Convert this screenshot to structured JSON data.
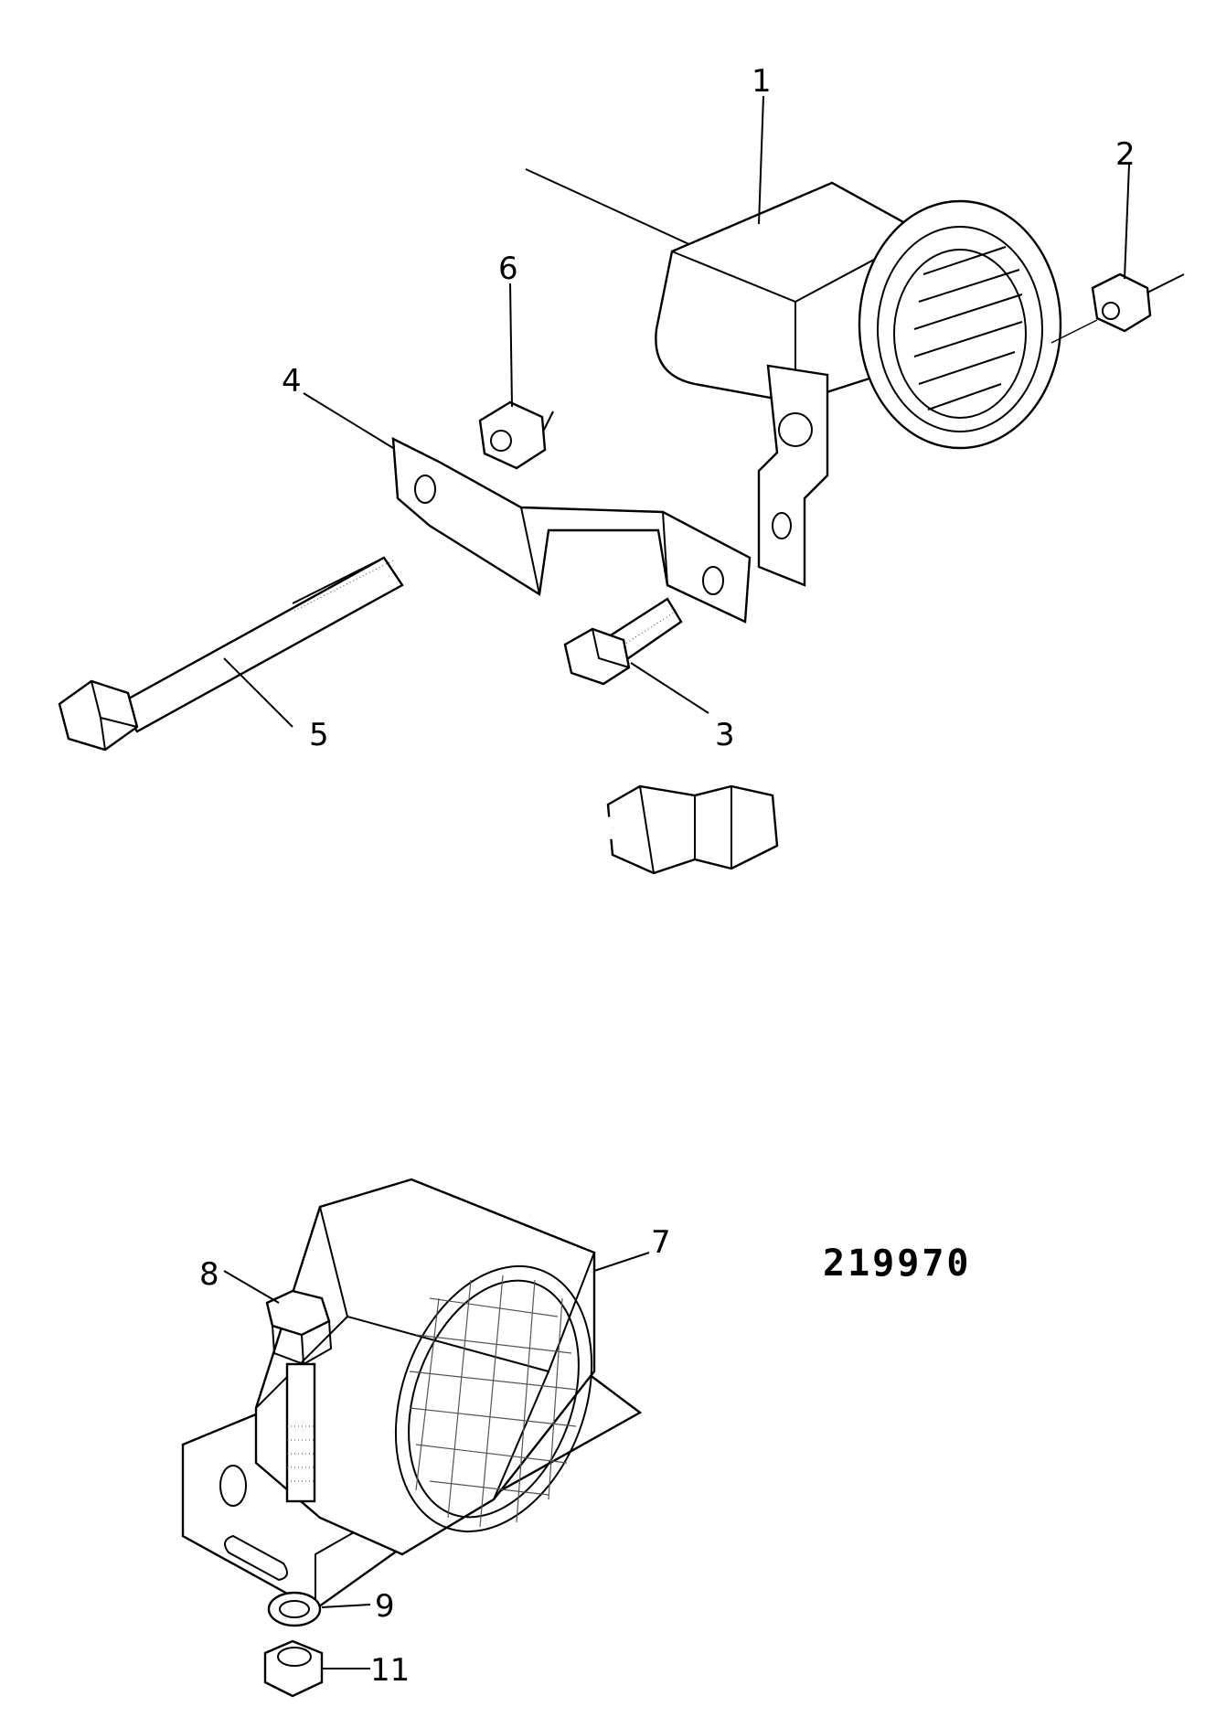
{
  "diagram": {
    "reference_number": "219970",
    "callouts": [
      {
        "id": "1",
        "label": "1"
      },
      {
        "id": "2",
        "label": "2"
      },
      {
        "id": "3",
        "label": "3"
      },
      {
        "id": "4",
        "label": "4"
      },
      {
        "id": "5",
        "label": "5"
      },
      {
        "id": "6",
        "label": "6"
      },
      {
        "id": "7",
        "label": "7"
      },
      {
        "id": "8",
        "label": "8"
      },
      {
        "id": "9",
        "label": "9"
      },
      {
        "id": "11",
        "label": "11"
      }
    ]
  }
}
